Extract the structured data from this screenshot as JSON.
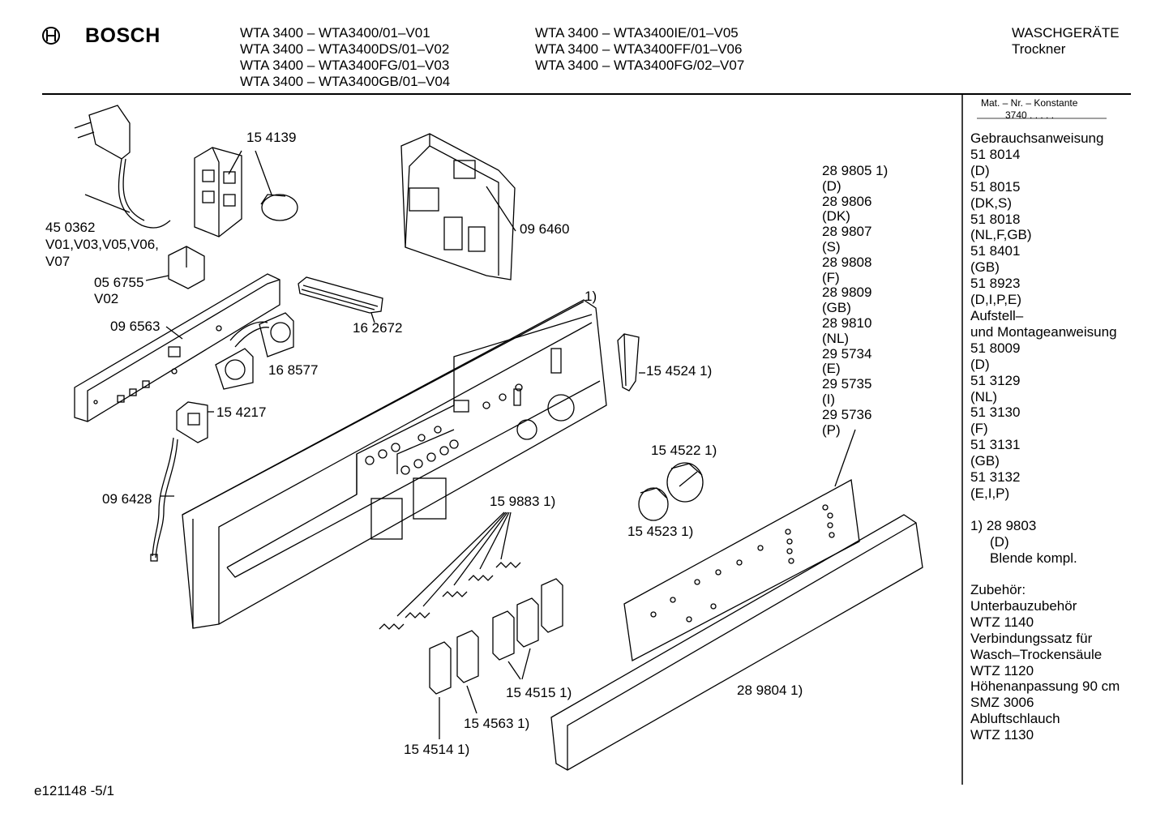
{
  "brand": {
    "name": "BOSCH"
  },
  "header": {
    "models_col1": [
      "WTA 3400 – WTA3400/01–V01",
      "WTA 3400 – WTA3400DS/01–V02",
      "WTA 3400 – WTA3400FG/01–V03",
      "WTA 3400 – WTA3400GB/01–V04"
    ],
    "models_col2": [
      "WTA 3400 – WTA3400IE/01–V05",
      "WTA 3400 – WTA3400FF/01–V06",
      "WTA 3400 – WTA3400FG/02–V07"
    ],
    "category": "WASCHGERÄTE",
    "subcategory": "Trockner"
  },
  "sidebar": {
    "mat_label": "Mat. – Nr. – Konstante",
    "mat_value": "3740  .  .  .  .  .",
    "lines": [
      "Gebrauchsanweisung",
      "51 8014",
      "(D)",
      "51 8015",
      "(DK,S)",
      "51 8018",
      "(NL,F,GB)",
      "51 8401",
      "(GB)",
      "51 8923",
      "(D,I,P,E)",
      "Aufstell–",
      "und Montageanweisung",
      "51 8009",
      "(D)",
      "51 3129",
      "(NL)",
      "51 3130",
      "(F)",
      "51 3131",
      "(GB)",
      "51 3132",
      "(E,I,P)"
    ],
    "footnote": {
      "number": "1) 28 9803",
      "region": "(D)",
      "desc": "Blende kompl."
    },
    "accessories": [
      "Zubehör:",
      "Unterbauzubehör",
      "WTZ 1140",
      "Verbindungssatz für",
      "Wasch–Trockensäule",
      "WTZ 1120",
      "Höhenanpassung 90 cm",
      "SMZ 3006",
      "Abluftschlauch",
      "WTZ 1130"
    ]
  },
  "parts": {
    "p450362": "45 0362",
    "p450362_variants": "V01,V03,V05,V06,",
    "p450362_variants2": "V07",
    "p154139": "15 4139",
    "p096460": "09 6460",
    "p056755": "05 6755",
    "p056755_variant": "V02",
    "p096563": "09 6563",
    "p162672": "16 2672",
    "p168577": "16 8577",
    "p154217": "15 4217",
    "p096428": "09 6428",
    "panel_ref": "1)",
    "p1545241": "15 4524 1)",
    "p1545221": "15 4522 1)",
    "p1545231": "15 4523 1)",
    "p1598831": "15 9883 1)",
    "p1545151": "15 4515 1)",
    "p1545631": "15 4563 1)",
    "p1545141": "15 4514 1)",
    "p2898041": "28 9804 1)",
    "strip_lines": [
      "28 9805 1)",
      "(D)",
      "28 9806",
      "(DK)",
      "28 9807",
      "(S)",
      "28 9808",
      "(F)",
      "28 9809",
      "(GB)",
      "28 9810",
      "(NL)",
      "29 5734",
      "(E)",
      "29 5735",
      "(I)",
      "29 5736",
      "(P)"
    ]
  },
  "footer": {
    "drawing_id": "e121148 -5/1"
  }
}
